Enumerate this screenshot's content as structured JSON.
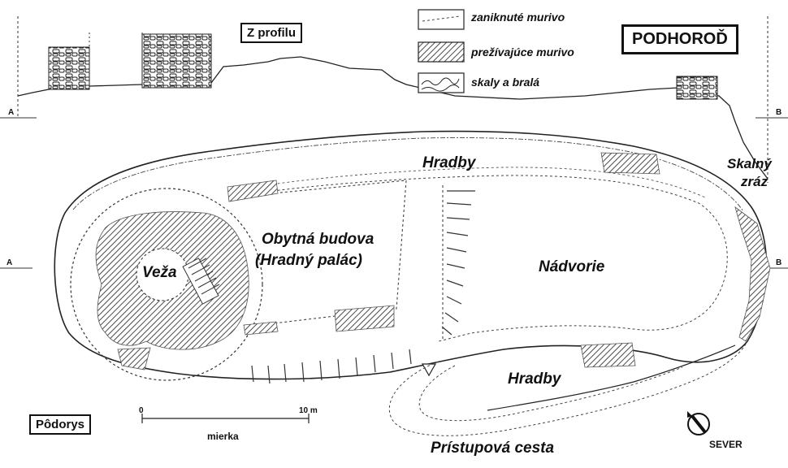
{
  "title": "PODHOROĎ",
  "profile_label": "Z profilu",
  "plan_label": "Pôdorys",
  "legend": [
    {
      "key": "lost",
      "label": "zaniknuté murivo"
    },
    {
      "key": "surviving",
      "label": "prežívajúce murivo"
    },
    {
      "key": "rocks",
      "label": "skaly a bralá"
    }
  ],
  "areas": {
    "tower": "Veža",
    "residence_line1": "Obytná budova",
    "residence_line2": "(Hradný palác)",
    "courtyard": "Nádvorie",
    "walls_top": "Hradby",
    "walls_bottom": "Hradby",
    "cliff_line1": "Skalný",
    "cliff_line2": "zráz",
    "access_road": "Prístupová cesta"
  },
  "section_marks": {
    "a": "A",
    "b": "B"
  },
  "scale": {
    "label": "mierka",
    "start": "0",
    "end": "10 m"
  },
  "north_label": "SEVER",
  "colors": {
    "ink": "#111111",
    "hatch": "#5a5a5a",
    "paper": "#ffffff"
  }
}
